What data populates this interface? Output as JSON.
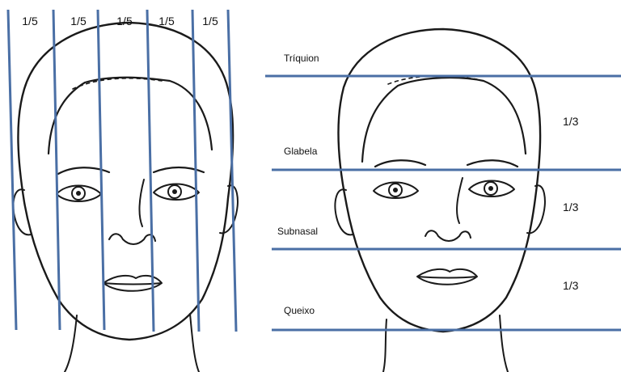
{
  "colors": {
    "guide_line": "#4a6fa5",
    "ink": "#1a1a1a",
    "background": "#ffffff"
  },
  "left_panel": {
    "fifths": [
      "1/5",
      "1/5",
      "1/5",
      "1/5",
      "1/5"
    ]
  },
  "right_panel": {
    "landmarks": {
      "triquion": "Tríquion",
      "glabela": "Glabela",
      "subnasal": "Subnasal",
      "queixo": "Queixo"
    },
    "thirds": [
      "1/3",
      "1/3",
      "1/3"
    ]
  }
}
